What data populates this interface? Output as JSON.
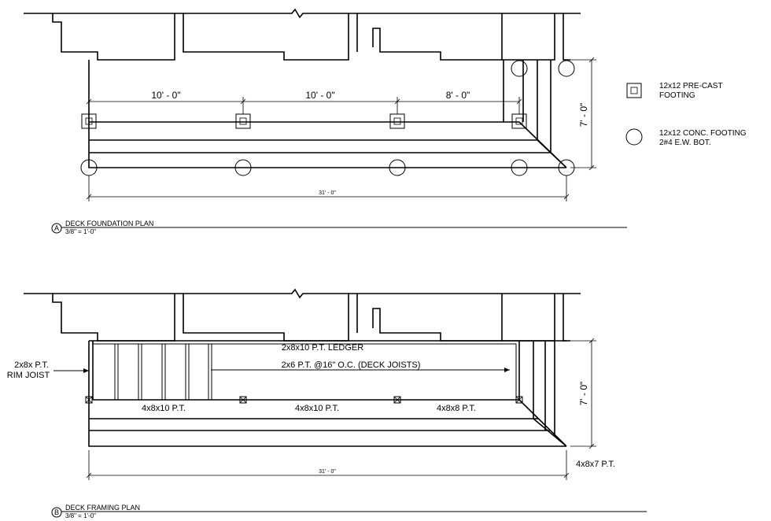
{
  "foundation_plan": {
    "bubble": "A",
    "title": "DECK FOUNDATION PLAN",
    "scale": "3/8\" = 1'-0\"",
    "dims": [
      "10' - 0\"",
      "10' - 0\"",
      "8' - 0\""
    ],
    "overall_dim": "31' - 0\"",
    "side_dim": "7' - 0\""
  },
  "legend": {
    "precast_line1": "12x12 PRE-CAST",
    "precast_line2": "FOOTING",
    "conc_line1": "12x12 CONC. FOOTING",
    "conc_line2": "2#4 E.W. BOT."
  },
  "framing_plan": {
    "bubble": "B",
    "title": "DECK FRAMING PLAN",
    "scale": "3/8\" = 1'-0\"",
    "ledger": "2x8x10 P.T. LEDGER",
    "joists": "2x6 P.T. @16\" O.C. (DECK JOISTS)",
    "rim_line1": "2x8x P.T.",
    "rim_line2": "RIM JOIST",
    "beams": [
      "4x8x10 P.T.",
      "4x8x10 P.T.",
      "4x8x8 P.T."
    ],
    "post": "4x8x7 P.T.",
    "overall_dim": "31' - 0\"",
    "side_dim": "7' - 0\""
  }
}
